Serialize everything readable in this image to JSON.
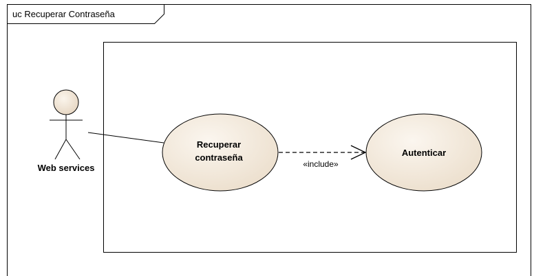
{
  "frame": {
    "title": "uc Recuperar Contraseña"
  },
  "actor": {
    "name": "Web services"
  },
  "use_cases": {
    "recover": {
      "line1": "Recuperar",
      "line2": "contraseña"
    },
    "authenticate": {
      "label": "Autenticar"
    }
  },
  "relationship": {
    "stereotype": "«include»"
  },
  "colors": {
    "use_case_fill": "#f4ebe0",
    "actor_head_fill": "#f0e6da",
    "stroke": "#000000",
    "background": "#ffffff"
  }
}
